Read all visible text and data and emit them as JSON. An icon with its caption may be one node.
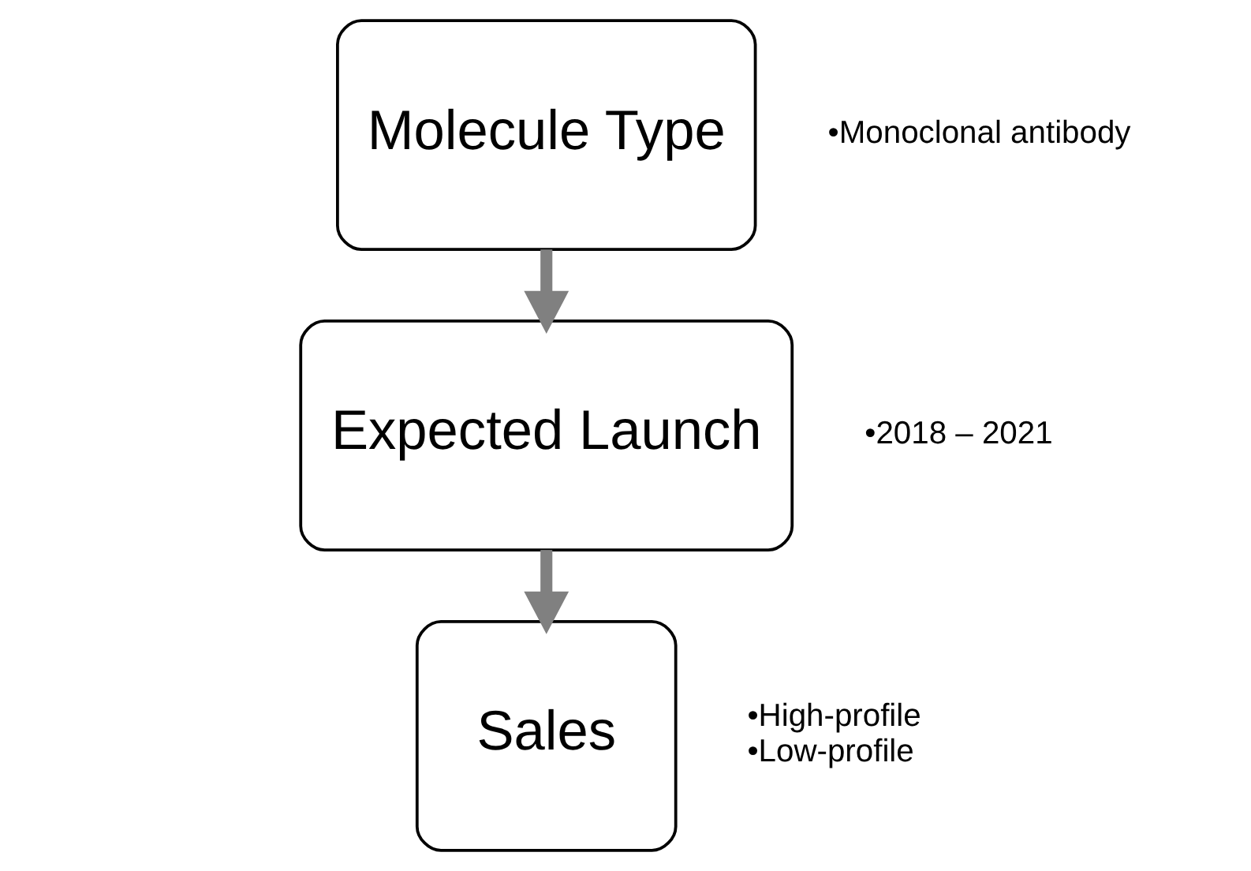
{
  "diagram": {
    "nodes": [
      {
        "text": [
          "Molecule Type"
        ],
        "beside": [
          "•Monoclonal antibody"
        ]
      },
      {
        "text": [
          "Expected Launch"
        ],
        "beside": [
          "•2018 – 2021"
        ]
      },
      {
        "text": [
          "Sales"
        ],
        "beside": [
          "•High-profile",
          "•Low-profile"
        ]
      }
    ],
    "edges": [
      {
        "from": 0,
        "to": 1,
        "arrow": "to"
      },
      {
        "from": 1,
        "to": 2,
        "arrow": "to"
      }
    ]
  }
}
